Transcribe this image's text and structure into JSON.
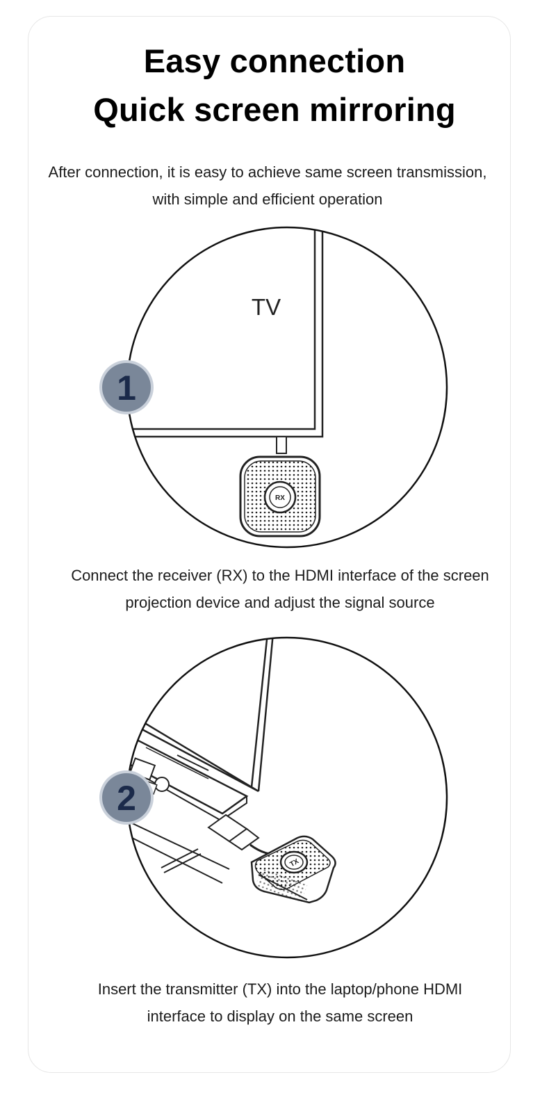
{
  "heading": {
    "line1": "Easy connection",
    "line2": "Quick screen mirroring"
  },
  "intro": {
    "line1": "After connection, it is easy to achieve same screen transmission,",
    "line2": "with simple and efficient operation"
  },
  "step1": {
    "number": "1",
    "screen_label": "TV",
    "device_label": "RX",
    "text_line1": "Connect the receiver (RX) to the HDMI interface of the screen",
    "text_line2": "projection device and adjust the signal source"
  },
  "step2": {
    "number": "2",
    "device_label": "TX",
    "text_line1": "Insert the transmitter (TX) into the laptop/phone HDMI",
    "text_line2": "interface to display on the same screen"
  },
  "colors": {
    "badge_fill": "#7a8799",
    "badge_ring": "#c9d0da",
    "badge_number": "#1b2a4a",
    "line_art": "#222222"
  }
}
